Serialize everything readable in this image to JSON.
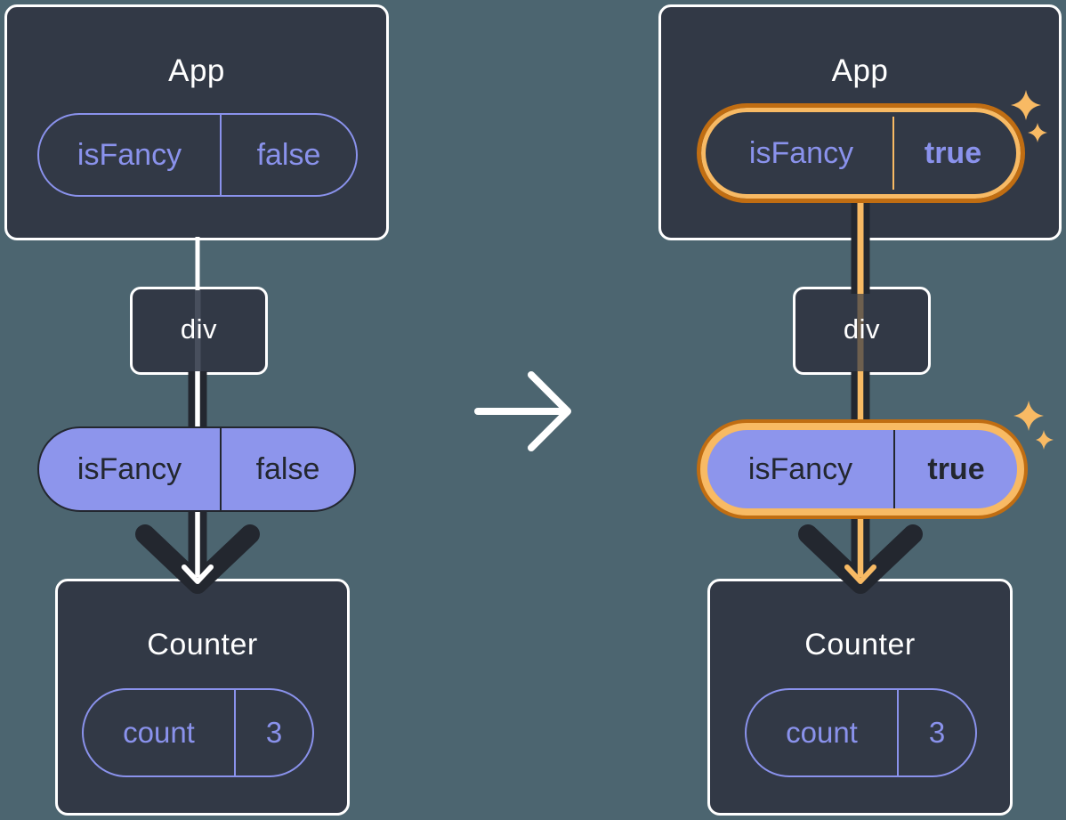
{
  "colors": {
    "background_color": "#4C6570",
    "card_fill": "#323946",
    "dark": "#23272F",
    "accent_purple": "#8A92EC",
    "purple_fill": "#8D95EC",
    "accent_orange": "#F8BA64",
    "accent_orange_dark": "#C06D12",
    "white": "#FFFFFF"
  },
  "before": {
    "app": {
      "title": "App",
      "prop": {
        "name": "isFancy",
        "value": "false"
      }
    },
    "div": {
      "title": "div"
    },
    "passed_prop": {
      "name": "isFancy",
      "value": "false"
    },
    "counter": {
      "title": "Counter",
      "state": {
        "name": "count",
        "value": "3"
      }
    }
  },
  "after": {
    "app": {
      "title": "App",
      "prop": {
        "name": "isFancy",
        "value": "true"
      }
    },
    "div": {
      "title": "div"
    },
    "passed_prop": {
      "name": "isFancy",
      "value": "true"
    },
    "counter": {
      "title": "Counter",
      "state": {
        "name": "count",
        "value": "3"
      }
    }
  },
  "icons": {
    "transition_arrow": "right-arrow",
    "sparkles": "four-point-sparkles"
  }
}
